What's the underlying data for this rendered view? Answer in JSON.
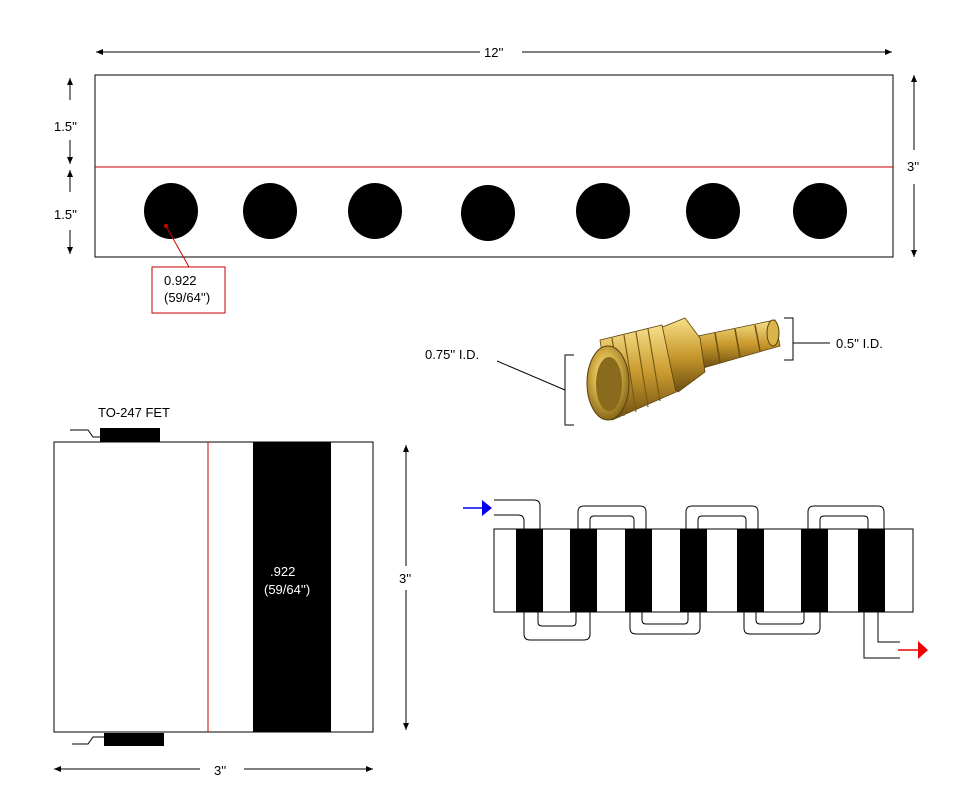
{
  "top_view": {
    "length_label": "12''",
    "upper_half_label": "1.5''",
    "lower_half_label": "1.5''",
    "height_label": "3''",
    "hole_count": 7,
    "hole_diameter_label": "0.922",
    "hole_diameter_fraction_label": "(59/64'')"
  },
  "fitting": {
    "inner_diameter_large_label": "0.75'' I.D.",
    "inner_diameter_small_label": "0.5''  I.D."
  },
  "side_view": {
    "fet_label": "TO-247 FET",
    "channel_label": ".922",
    "channel_fraction_label": "(59/64'')",
    "height_label": "3''",
    "width_label": "3''"
  },
  "flow_diagram": {
    "channel_count": 7,
    "inlet_color": "#0000ee",
    "outlet_color": "#ee0000"
  },
  "colors": {
    "centerline": "#cc0000",
    "callout_box": "#cc0000",
    "hole_fill": "#000000"
  }
}
